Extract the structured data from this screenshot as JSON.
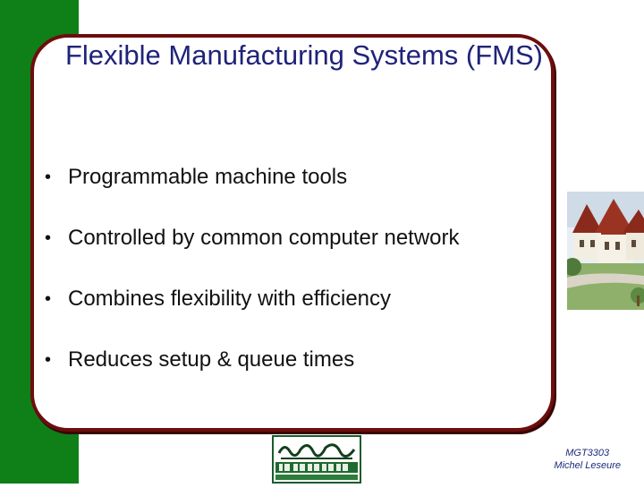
{
  "slide": {
    "title": "Flexible Manufacturing Systems (FMS)",
    "bullets": [
      "Programmable machine tools",
      "Controlled by common computer network",
      "Combines flexibility with efficiency",
      "Reduces setup & queue times"
    ]
  },
  "footer": {
    "course": "MGT3303",
    "author": "Michel Leseure"
  },
  "colors": {
    "sidebar": "#0f7f18",
    "frame": "#6e0d0d",
    "title": "#1f237a",
    "footer": "#1d2c7a"
  },
  "images": {
    "campus_photo": "campus-building-photo",
    "university_logo": "al-akhawayn-logo"
  }
}
